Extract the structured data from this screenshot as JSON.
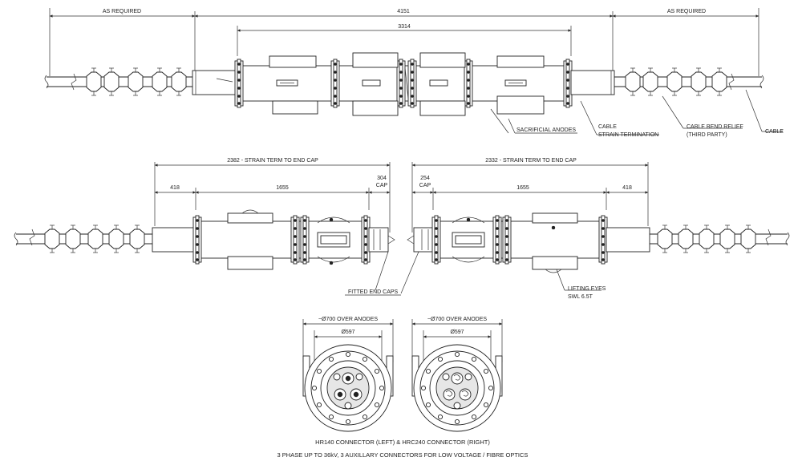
{
  "dimensions_top": {
    "as_required_left": "AS REQUIRED",
    "overall": "4151",
    "as_required_right": "AS REQUIRED",
    "body": "3314"
  },
  "callouts_top": {
    "sacrificial_anodes": "SACRIFICIAL ANODES",
    "cable_strain_line1": "CABLE",
    "cable_strain_line2": "STRAIN TERMINATION",
    "bend_relief_line1": "CABLE BEND RELIEF",
    "bend_relief_line2": "(THIRD PARTY)",
    "cable": "CABLE"
  },
  "dimensions_left": {
    "overall": "2382 - STRAIN TERM TO END CAP",
    "strain": "418",
    "body": "1655",
    "cap_value": "304",
    "cap_label": "CAP"
  },
  "dimensions_right": {
    "overall": "2332 - STRAIN TERM TO END CAP",
    "cap_value": "254",
    "cap_label": "CAP",
    "body": "1655",
    "strain": "418"
  },
  "callouts_mid": {
    "fitted_end_caps": "FITTED END CAPS",
    "lifting_eyes_line1": "LIFTING EYES",
    "lifting_eyes_line2": "SWL 6.5T"
  },
  "connector_left": {
    "over_anodes": "~Ø700 OVER ANODES",
    "diameter": "Ø597"
  },
  "connector_right": {
    "over_anodes": "~Ø700 OVER ANODES",
    "diameter": "Ø597"
  },
  "captions": {
    "line1": "HR140 CONNECTOR (LEFT) & HRC240 CONNECTOR (RIGHT)",
    "line2": "3 PHASE UP TO 36kV, 3 AUXILLARY CONNECTORS FOR LOW VOLTAGE / FIBRE OPTICS"
  }
}
